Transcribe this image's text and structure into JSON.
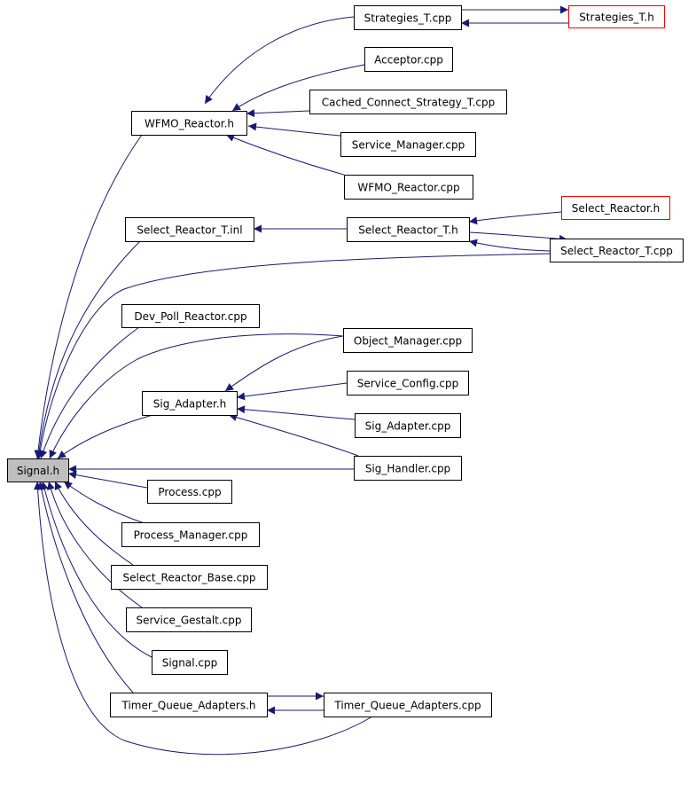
{
  "nodes": [
    {
      "id": "signal_h",
      "label": "Signal.h",
      "highlight": true
    },
    {
      "id": "wfmo_reactor_h",
      "label": "WFMO_Reactor.h"
    },
    {
      "id": "select_reactor_t_inl",
      "label": "Select_Reactor_T.inl"
    },
    {
      "id": "dev_poll_reactor_cpp",
      "label": "Dev_Poll_Reactor.cpp"
    },
    {
      "id": "sig_adapter_h",
      "label": "Sig_Adapter.h"
    },
    {
      "id": "process_cpp",
      "label": "Process.cpp"
    },
    {
      "id": "process_manager_cpp",
      "label": "Process_Manager.cpp"
    },
    {
      "id": "select_reactor_base_cpp",
      "label": "Select_Reactor_Base.cpp"
    },
    {
      "id": "service_gestalt_cpp",
      "label": "Service_Gestalt.cpp"
    },
    {
      "id": "signal_cpp",
      "label": "Signal.cpp"
    },
    {
      "id": "timer_queue_adapters_h",
      "label": "Timer_Queue_Adapters.h"
    },
    {
      "id": "strategies_t_cpp",
      "label": "Strategies_T.cpp"
    },
    {
      "id": "acceptor_cpp",
      "label": "Acceptor.cpp"
    },
    {
      "id": "cached_connect_strategy_t_cpp",
      "label": "Cached_Connect_Strategy_T.cpp"
    },
    {
      "id": "service_manager_cpp",
      "label": "Service_Manager.cpp"
    },
    {
      "id": "wfmo_reactor_cpp",
      "label": "WFMO_Reactor.cpp"
    },
    {
      "id": "select_reactor_t_h",
      "label": "Select_Reactor_T.h"
    },
    {
      "id": "object_manager_cpp",
      "label": "Object_Manager.cpp"
    },
    {
      "id": "service_config_cpp",
      "label": "Service_Config.cpp"
    },
    {
      "id": "sig_adapter_cpp",
      "label": "Sig_Adapter.cpp"
    },
    {
      "id": "sig_handler_cpp",
      "label": "Sig_Handler.cpp"
    },
    {
      "id": "timer_queue_adapters_cpp",
      "label": "Timer_Queue_Adapters.cpp"
    },
    {
      "id": "strategies_t_h",
      "label": "Strategies_T.h",
      "truncated": true
    },
    {
      "id": "select_reactor_h",
      "label": "Select_Reactor.h",
      "truncated": true
    },
    {
      "id": "select_reactor_t_cpp",
      "label": "Select_Reactor_T.cpp"
    }
  ],
  "edges": [
    {
      "from": "wfmo_reactor_h",
      "to": "signal_h"
    },
    {
      "from": "select_reactor_t_inl",
      "to": "signal_h"
    },
    {
      "from": "select_reactor_t_cpp",
      "to": "signal_h"
    },
    {
      "from": "dev_poll_reactor_cpp",
      "to": "signal_h"
    },
    {
      "from": "object_manager_cpp",
      "to": "signal_h"
    },
    {
      "from": "sig_adapter_h",
      "to": "signal_h"
    },
    {
      "from": "sig_handler_cpp",
      "to": "signal_h"
    },
    {
      "from": "process_cpp",
      "to": "signal_h"
    },
    {
      "from": "process_manager_cpp",
      "to": "signal_h"
    },
    {
      "from": "select_reactor_base_cpp",
      "to": "signal_h"
    },
    {
      "from": "service_gestalt_cpp",
      "to": "signal_h"
    },
    {
      "from": "signal_cpp",
      "to": "signal_h"
    },
    {
      "from": "timer_queue_adapters_h",
      "to": "signal_h"
    },
    {
      "from": "timer_queue_adapters_cpp",
      "to": "signal_h"
    },
    {
      "from": "strategies_t_cpp",
      "to": "wfmo_reactor_h"
    },
    {
      "from": "acceptor_cpp",
      "to": "wfmo_reactor_h"
    },
    {
      "from": "cached_connect_strategy_t_cpp",
      "to": "wfmo_reactor_h"
    },
    {
      "from": "service_manager_cpp",
      "to": "wfmo_reactor_h"
    },
    {
      "from": "wfmo_reactor_cpp",
      "to": "wfmo_reactor_h"
    },
    {
      "from": "strategies_t_cpp",
      "to": "strategies_t_h"
    },
    {
      "from": "strategies_t_h",
      "to": "strategies_t_cpp"
    },
    {
      "from": "select_reactor_t_h",
      "to": "select_reactor_t_inl"
    },
    {
      "from": "select_reactor_h",
      "to": "select_reactor_t_h"
    },
    {
      "from": "select_reactor_t_cpp",
      "to": "select_reactor_t_h"
    },
    {
      "from": "select_reactor_t_h",
      "to": "select_reactor_t_cpp"
    },
    {
      "from": "object_manager_cpp",
      "to": "sig_adapter_h"
    },
    {
      "from": "service_config_cpp",
      "to": "sig_adapter_h"
    },
    {
      "from": "sig_adapter_cpp",
      "to": "sig_adapter_h"
    },
    {
      "from": "sig_handler_cpp",
      "to": "sig_adapter_h"
    },
    {
      "from": "timer_queue_adapters_h",
      "to": "timer_queue_adapters_cpp"
    },
    {
      "from": "timer_queue_adapters_cpp",
      "to": "timer_queue_adapters_h"
    }
  ],
  "colors": {
    "edge": "#191970",
    "node_border": "#000000",
    "truncated_border": "#ff0000",
    "highlight_fill": "#bfbfbf",
    "node_fill": "#ffffff"
  }
}
